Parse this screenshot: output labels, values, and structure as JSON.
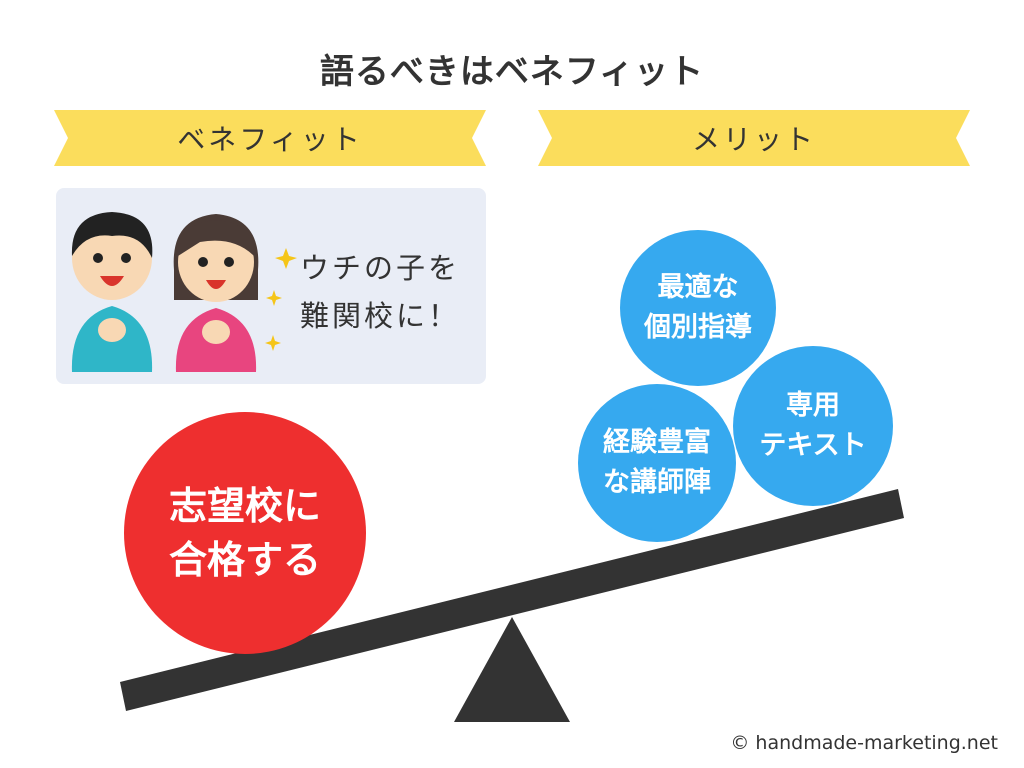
{
  "title": "語るべきはベネフィット",
  "benefit_header": "ベネフィット",
  "merit_header": "メリット",
  "speech_line1": "ウチの子を",
  "speech_line2": "難関校に！",
  "benefit_ball": "志望校に\n合格する",
  "merit_balls": {
    "top": "最適な\n個別指導",
    "bottom_left": "経験豊富\nな講師陣",
    "right": "専用\nテキスト"
  },
  "copyright": "© handmade-marketing.net",
  "colors": {
    "ribbon": "#fbdd5c",
    "benefit_ball": "#ee2f2f",
    "merit_ball": "#36a9ef",
    "seesaw": "#333333",
    "card": "#e9edf6"
  }
}
